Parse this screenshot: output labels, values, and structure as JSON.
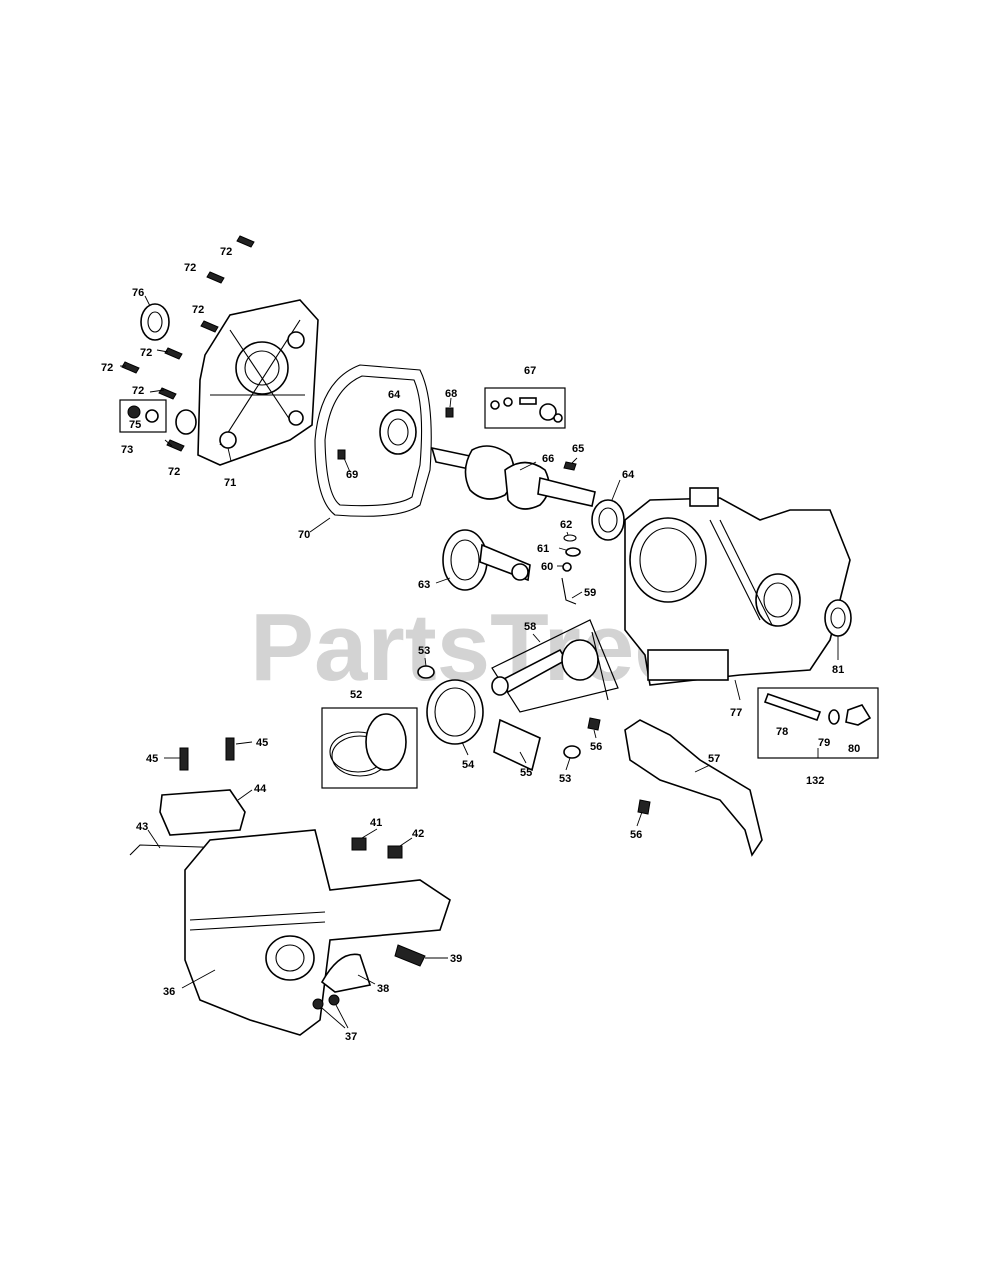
{
  "watermark": "PartsTree",
  "labels": {
    "l36": "36",
    "l37": "37",
    "l38": "38",
    "l39": "39",
    "l41": "41",
    "l42": "42",
    "l43": "43",
    "l44": "44",
    "l45a": "45",
    "l45b": "45",
    "l52": "52",
    "l53a": "53",
    "l53b": "53",
    "l54": "54",
    "l55": "55",
    "l56a": "56",
    "l56b": "56",
    "l57": "57",
    "l58": "58",
    "l59": "59",
    "l60": "60",
    "l61": "61",
    "l62": "62",
    "l63": "63",
    "l64a": "64",
    "l64b": "64",
    "l65": "65",
    "l66": "66",
    "l67": "67",
    "l68": "68",
    "l69": "69",
    "l70": "70",
    "l71": "71",
    "l72a": "72",
    "l72b": "72",
    "l72c": "72",
    "l72d": "72",
    "l72e": "72",
    "l72f": "72",
    "l72g": "72",
    "l73": "73",
    "l75": "75",
    "l76": "76",
    "l77": "77",
    "l78": "78",
    "l79": "79",
    "l80": "80",
    "l81": "81",
    "l132": "132"
  }
}
